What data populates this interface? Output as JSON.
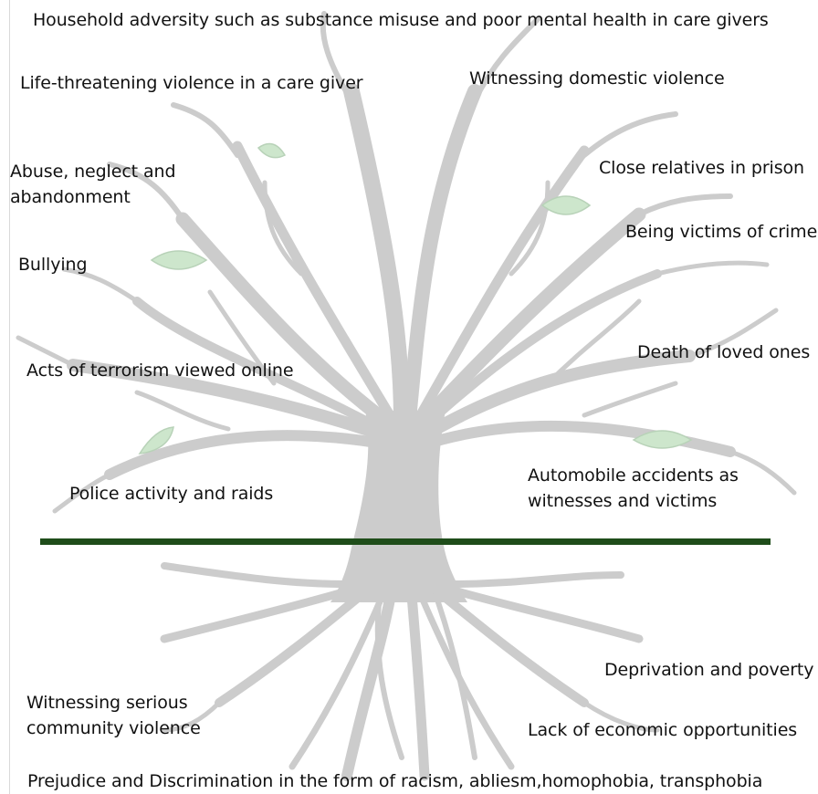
{
  "colors": {
    "tree": "#cccccc",
    "leaf_fill": "#cde6cc",
    "leaf_stroke": "#b8d2b8",
    "ground_line": "#1f4d1a",
    "text": "#111111"
  },
  "branch_labels": {
    "household_adversity": "Household adversity such as substance misuse and poor mental health in care givers",
    "life_threatening_violence": "Life-threatening violence in a care giver",
    "witnessing_domestic_violence": "Witnessing domestic violence",
    "abuse_neglect": "Abuse, neglect and abandonment",
    "close_relatives_prison": "Close relatives in prison",
    "being_victims_crime": "Being victims of crime",
    "bullying": "Bullying",
    "death_loved_ones": "Death of loved ones",
    "acts_of_terrorism": "Acts of terrorism viewed online",
    "automobile_accidents": "Automobile accidents as witnesses and victims",
    "police_activity": "Police activity and raids"
  },
  "root_labels": {
    "deprivation_poverty": "Deprivation and poverty",
    "witnessing_community_violence": "Witnessing serious community violence",
    "lack_economic_opportunities": "Lack of economic opportunities",
    "prejudice_discrimination": "Prejudice and Discrimination in the form of racism, abliesm,homophobia, transphobia"
  }
}
